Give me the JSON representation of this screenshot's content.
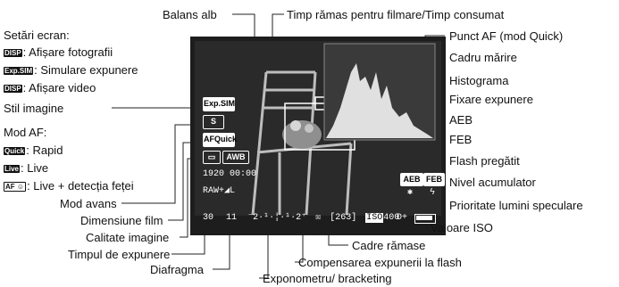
{
  "labels": {
    "balans_alb": "Balans alb",
    "timp_ramas": "Timp rămas pentru filmare/Timp consumat",
    "setari_ecran": "Setări ecran:",
    "afisare_fotografii": ": Afișare fotografii",
    "simulare_expunere": ": Simulare expunere",
    "afisare_video": ": Afișare video",
    "stil_imagine": "Stil imagine",
    "mod_af": "Mod AF:",
    "rapid": ": Rapid",
    "live": ": Live",
    "live_detectie": ": Live + detecția feței",
    "mod_avans": "Mod avans",
    "dimensiune_film": "Dimensiune film",
    "calitate_imagine": "Calitate imagine",
    "timpul_expunere": "Timpul de expunere",
    "diafragma": "Diafragma",
    "exponometru": "Exponometru/ bracketing",
    "compensarea_flash": "Compensarea expunerii la flash",
    "cadre_ramase": "Cadre rămase",
    "valoare_iso": "Valoare ISO",
    "prioritate": "Prioritate lumini speculare",
    "nivel_acumulator": "Nivel acumulator",
    "flash_pregatit": "Flash pregătit",
    "feb": "FEB",
    "aeb": "AEB",
    "fixare_expunere": "Fixare expunere",
    "histograma": "Histograma",
    "cadru_marire": "Cadru mărire",
    "punct_af": "Punct AF (mod Quick)"
  },
  "chips": {
    "disp_photo": "DISP",
    "disp_sim": "Exp.SIM",
    "disp_video": "DISP",
    "af_quick": "Quick",
    "af_live": "Live",
    "af_face": "AF ☺"
  },
  "osd": {
    "exp_sim": "Exp.SIM",
    "style": "S",
    "af_quick": "AFQuick",
    "drive": "▭",
    "awb": "AWB",
    "movie_size": "1920",
    "time": "00:00",
    "quality": "RAW+◢L",
    "shutter": "30",
    "aperture": "11",
    "meter": "⁻2·¹·¦·¹·2⁺",
    "flash_comp": "☒",
    "shots": "[263]",
    "iso_icon": "ISO",
    "iso_value": "400",
    "highlight": "D+",
    "aeb": "AEB",
    "feb": "FEB",
    "lock": "✱",
    "flash": "ϟ"
  }
}
